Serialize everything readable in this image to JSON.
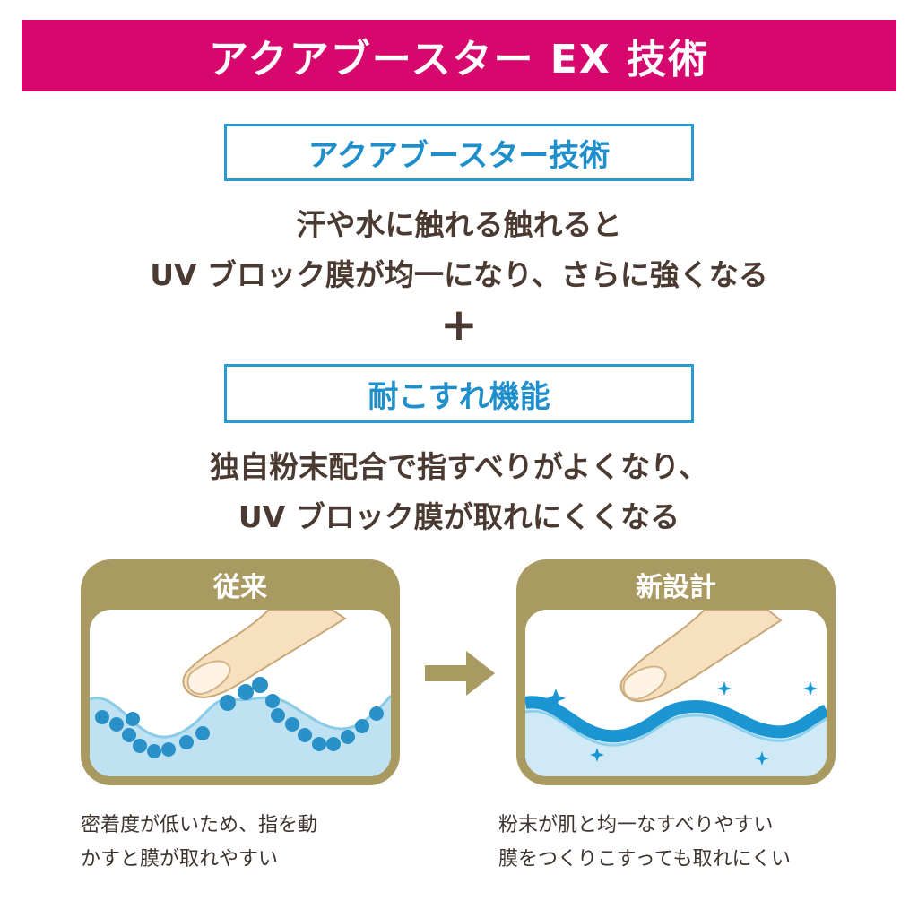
{
  "header": {
    "title": "アクアブースター EX 技術"
  },
  "section1": {
    "label": "アクアブースター技術",
    "line1": "汗や水に触れる触れると",
    "line2": "UV ブロック膜が均一になり、さらに強くなる"
  },
  "plus": "+",
  "section2": {
    "label": "耐こすれ機能",
    "line1": "独自粉末配合で指すべりがよくなり、",
    "line2": "UV ブロック膜が取れにくくなる"
  },
  "comparison": {
    "before": {
      "title": "従来",
      "caption_line1": "密着度が低いため、指を動",
      "caption_line2": "かすと膜が取れやすい"
    },
    "after": {
      "title": "新設計",
      "caption_line1": "粉末が肌と均一なすべりやすい",
      "caption_line2": "膜をつくりこすっても取れにくい"
    }
  },
  "colors": {
    "banner": "#d6086e",
    "accent_blue": "#1e8fcb",
    "panel_gold": "#a99a62",
    "text_brown": "#4a3a32"
  }
}
